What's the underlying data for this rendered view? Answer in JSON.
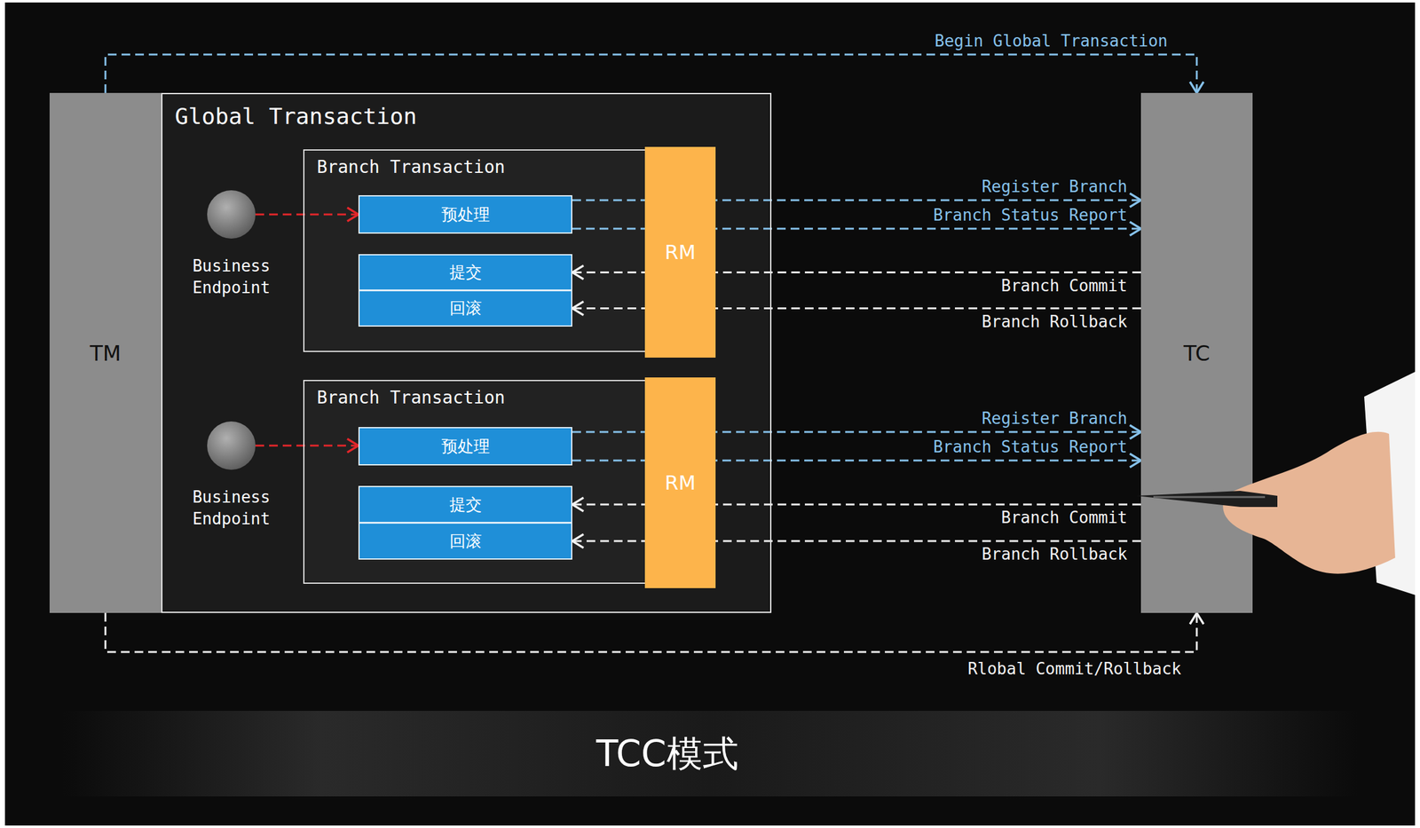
{
  "diagram": {
    "caption": "TCC模式",
    "nodes": [
      {
        "text": [
          "TM"
        ]
      },
      {
        "text": [
          "Global Transaction"
        ]
      },
      {
        "text": [
          "Business Endpoint"
        ],
        "in": 1
      },
      {
        "text": [
          "Branch Transaction"
        ],
        "in": 1
      },
      {
        "text": [
          "预处理"
        ],
        "in": 3
      },
      {
        "text": [
          "提交"
        ],
        "in": 3
      },
      {
        "text": [
          "回滚"
        ],
        "in": 3
      },
      {
        "text": [
          "RM"
        ],
        "in": 3
      },
      {
        "text": [
          "Business Endpoint"
        ],
        "in": 1
      },
      {
        "text": [
          "Branch Transaction"
        ],
        "in": 1
      },
      {
        "text": [
          "预处理"
        ],
        "in": 9
      },
      {
        "text": [
          "提交"
        ],
        "in": 9
      },
      {
        "text": [
          "回滚"
        ],
        "in": 9
      },
      {
        "text": [
          "RM"
        ],
        "in": 9
      },
      {
        "text": [
          "TC"
        ]
      }
    ],
    "edges": [
      {
        "from": 0,
        "to": 14,
        "label": "Begin Global Transaction",
        "arrow": "to"
      },
      {
        "from": 2,
        "to": 4,
        "arrow": "to"
      },
      {
        "from": 4,
        "to": 14,
        "label": "Register Branch",
        "arrow": "to"
      },
      {
        "from": 4,
        "to": 14,
        "label": "Branch Status Report",
        "arrow": "to"
      },
      {
        "from": 14,
        "to": 5,
        "label": "Branch Commit",
        "arrow": "to"
      },
      {
        "from": 14,
        "to": 6,
        "label": "Branch Rollback",
        "arrow": "to"
      },
      {
        "from": 8,
        "to": 10,
        "arrow": "to"
      },
      {
        "from": 10,
        "to": 14,
        "label": "Register Branch",
        "arrow": "to"
      },
      {
        "from": 10,
        "to": 14,
        "label": "Branch Status Report",
        "arrow": "to"
      },
      {
        "from": 14,
        "to": 11,
        "label": "Branch Commit",
        "arrow": "to"
      },
      {
        "from": 14,
        "to": 12,
        "label": "Branch Rollback",
        "arrow": "to"
      },
      {
        "from": 0,
        "to": 14,
        "label": "Rlobal Commit/Rollback",
        "arrow": "to"
      }
    ]
  }
}
